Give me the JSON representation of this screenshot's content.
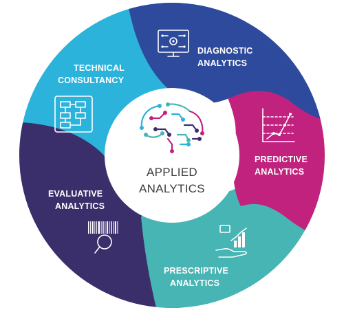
{
  "center": {
    "line1": "APPLIED",
    "line2": "ANALYTICS",
    "icon": "brain-circuit-icon",
    "text_color": "#3d3d3d"
  },
  "segments": [
    {
      "id": "diagnostic",
      "line1": "DIAGNOSTIC",
      "line2": "ANALYTICS",
      "color": "#2e4a9c",
      "icon": "monitor-gear-icon"
    },
    {
      "id": "predictive",
      "line1": "PREDICTIVE",
      "line2": "ANALYTICS",
      "color": "#c0227e",
      "icon": "line-chart-icon"
    },
    {
      "id": "prescriptive",
      "line1": "PRESCRIPTIVE",
      "line2": "ANALYTICS",
      "color": "#46b5b3",
      "icon": "hand-chart-icon"
    },
    {
      "id": "evaluative",
      "line1": "EVALUATIVE",
      "line2": "ANALYTICS",
      "color": "#3a2f6b",
      "icon": "barcode-magnifier-icon"
    },
    {
      "id": "technical",
      "line1": "TECHNICAL",
      "line2": "CONSULTANCY",
      "color": "#2bb3dc",
      "icon": "flowchart-icon"
    }
  ],
  "brain_colors": [
    "#2bb3dc",
    "#46b5b3",
    "#c0227e",
    "#3a2f6b"
  ]
}
